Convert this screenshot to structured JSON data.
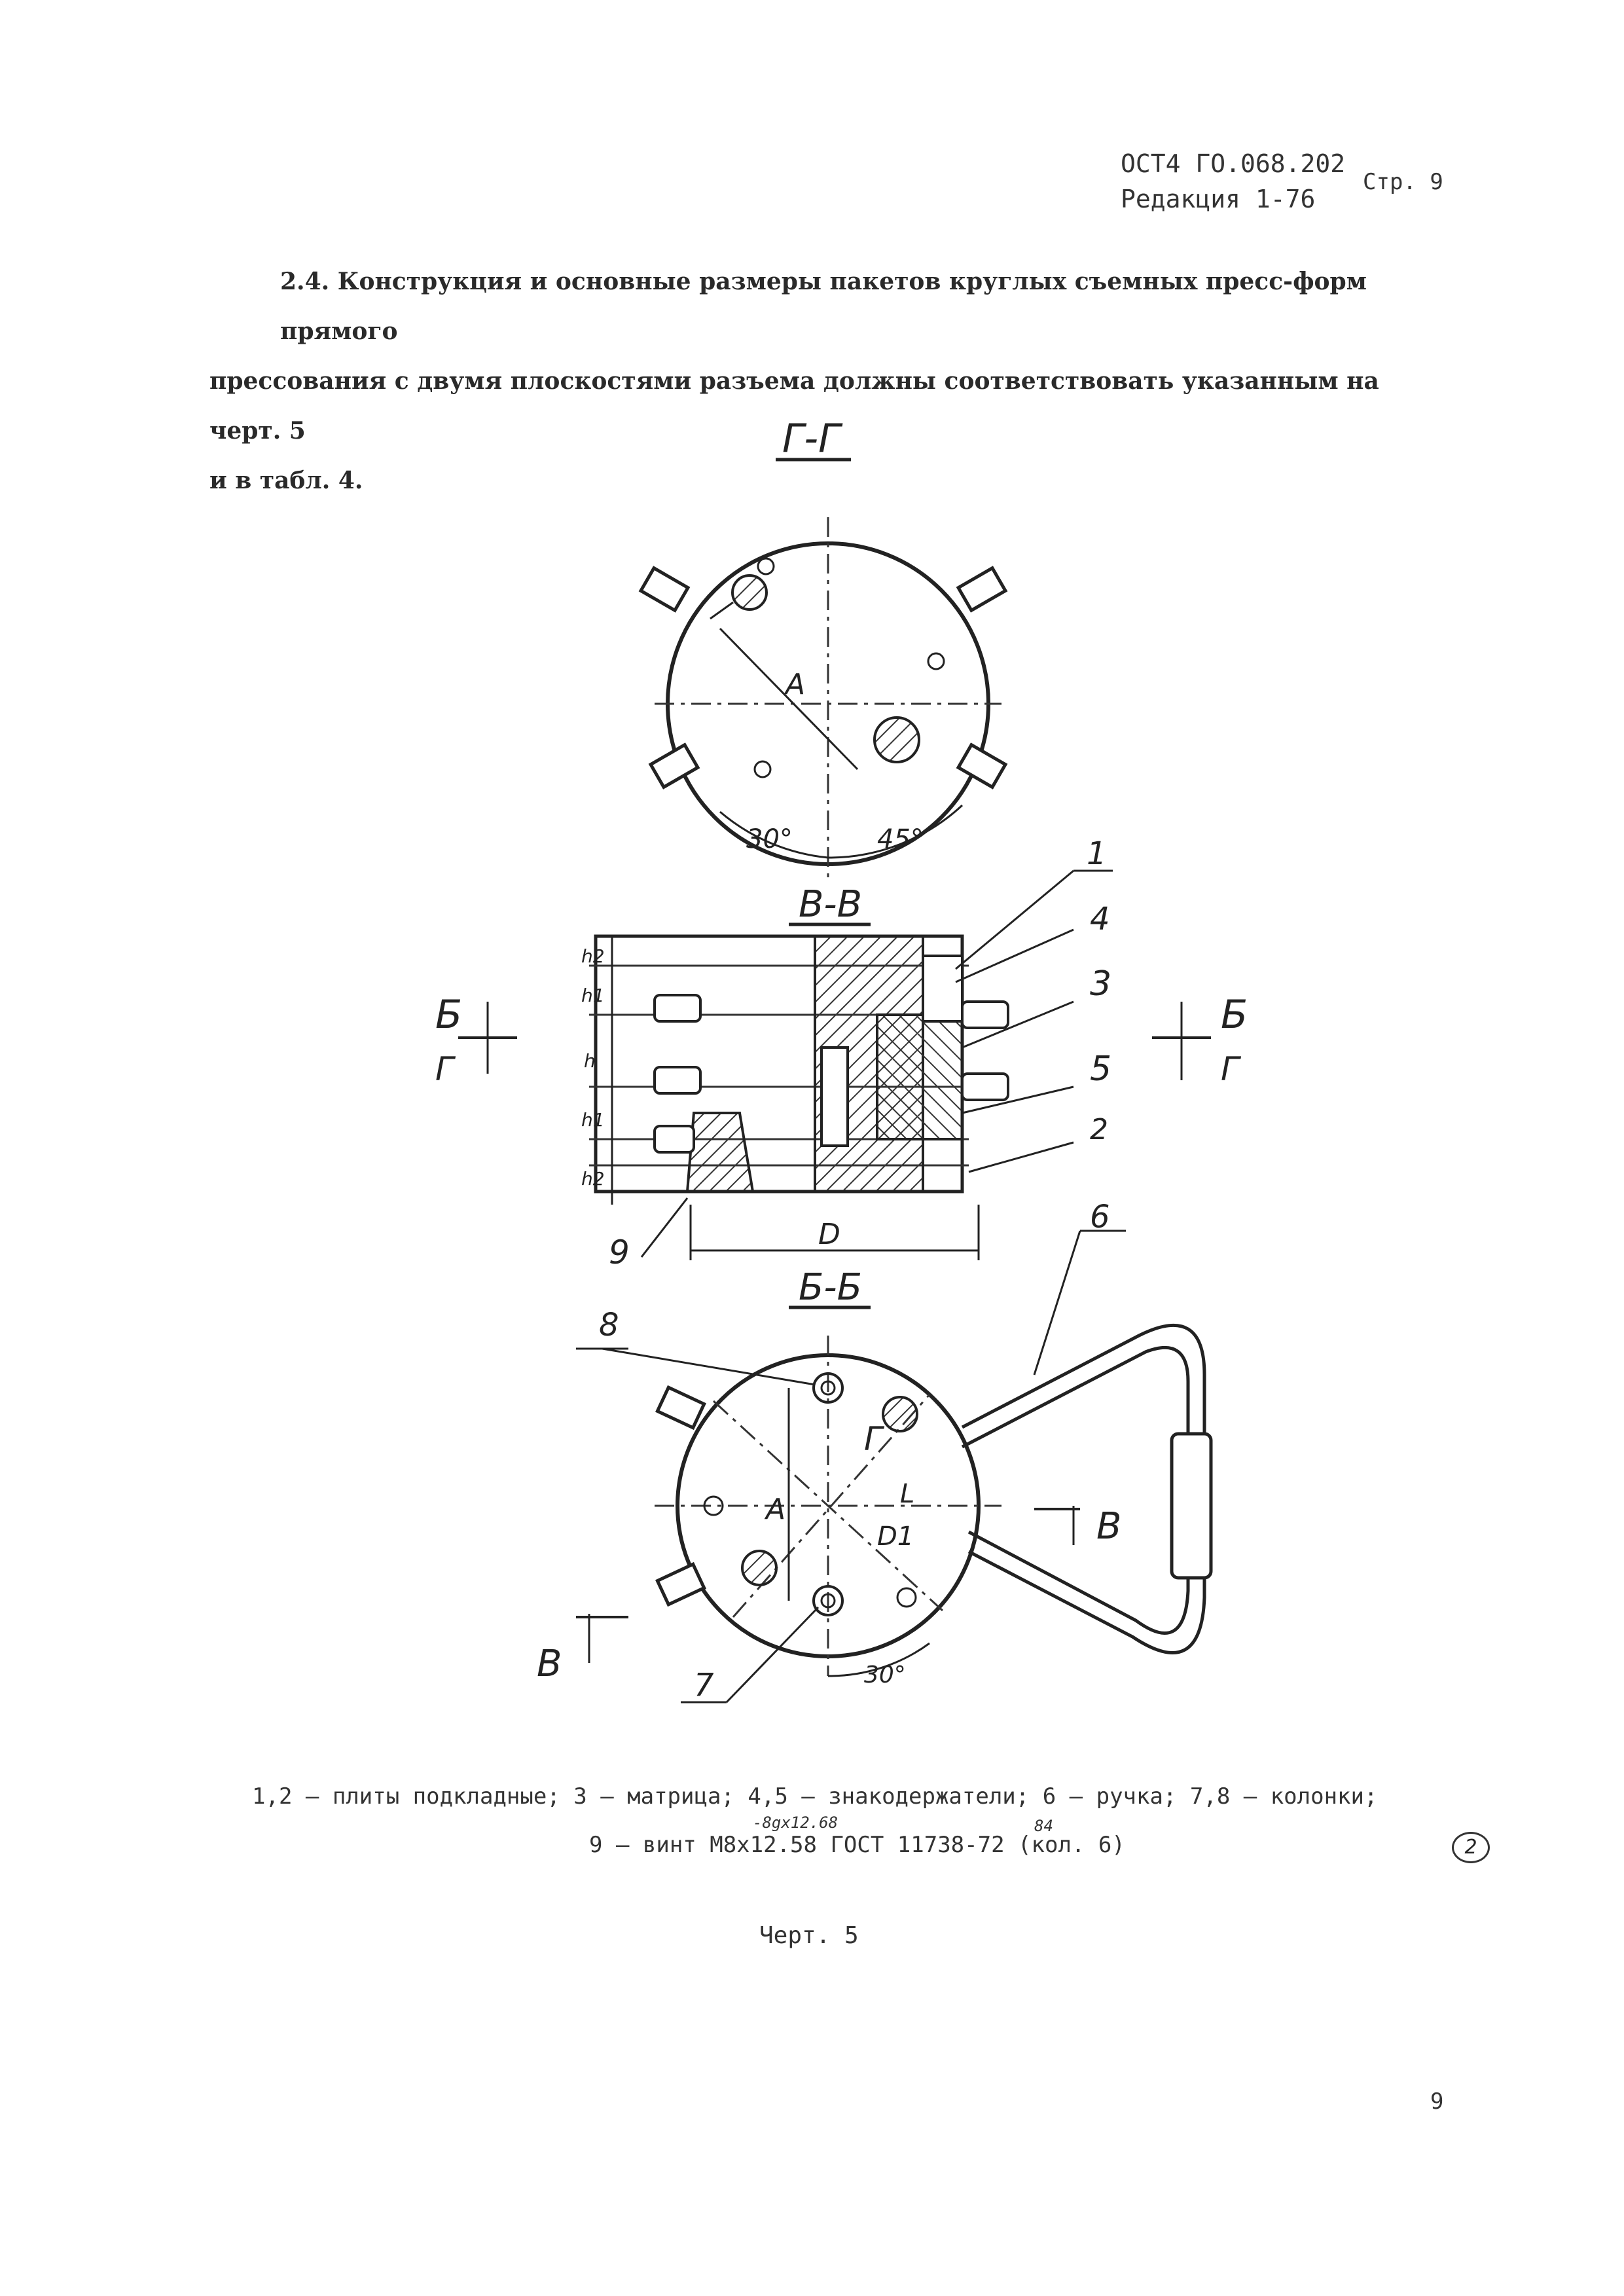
{
  "header": {
    "doc_code": "ОСТ4 ГО.068.202",
    "edition": "Редакция 1-76",
    "page_label": "Стр. 9"
  },
  "paragraph": {
    "lines": [
      "2.4. Конструкция и основные размеры пакетов круглых съемных пресс-форм прямого",
      "прессования с двумя плоскостями разъема должны соответствовать указанным на черт. 5",
      "и в табл. 4."
    ]
  },
  "drawing": {
    "view_gg": {
      "title": "Г-Г",
      "dim_A": "А",
      "angle_30": "30°",
      "angle_45": "45°"
    },
    "view_vv": {
      "title": "В-В",
      "dim_D": "D",
      "h_labels": [
        "h2",
        "h1",
        "h",
        "h1",
        "h2"
      ],
      "part_numbers": [
        "1",
        "4",
        "3",
        "5",
        "2",
        "9"
      ],
      "section_b": "Б",
      "section_g": "Г"
    },
    "view_bb": {
      "title": "Б-Б",
      "dim_A": "А",
      "dim_D1": "D1",
      "dim_L": "L",
      "angle_30": "30°",
      "section_v": "В",
      "section_g": "Г",
      "part_numbers": [
        "8",
        "6",
        "7"
      ]
    }
  },
  "legend": {
    "line1": "1,2 – плиты подкладные; 3 – матрица; 4,5 – знакодержатели; 6 – ручка; 7,8 – колонки;",
    "line2": "9 – винт  М8х12.58 ГОСТ 11738-72 (кол. 6)",
    "correction_top": "-8gх12.68",
    "correction_year": "84",
    "revision_mark": "2"
  },
  "figure_caption": "Черт. 5",
  "page_number": "9"
}
